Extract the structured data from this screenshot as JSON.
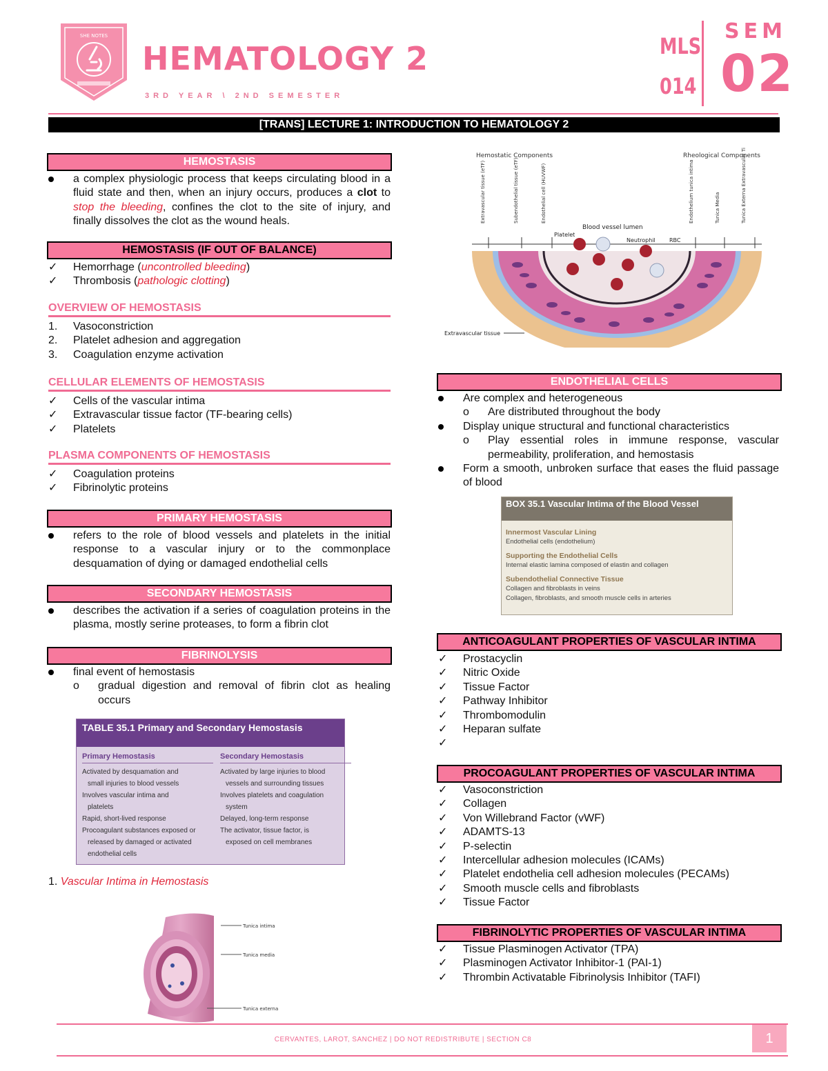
{
  "header": {
    "logo_text": "SHE NOTES",
    "title": "HEMATOLOGY 2",
    "subtitle": "3RD YEAR \\ 2ND SEMESTER",
    "course_code_1": "MLS",
    "course_code_2": "014",
    "sem_label": "SEM",
    "sem_number": "02"
  },
  "lecture_title": "[TRANS] LECTURE 1: INTRODUCTION TO HEMATOLOGY 2",
  "left": {
    "hemostasis": {
      "heading": "HEMOSTASIS",
      "text_1": "a complex physiologic process that keeps circulating blood in a fluid state and then, when an injury occurs, produces a ",
      "text_bold": "clot",
      "text_2": " to ",
      "text_italic": "stop the bleeding",
      "text_3": ", confines the clot to the site of injury, and finally dissolves the clot as the wound heals."
    },
    "imbalance": {
      "heading": "HEMOSTASIS (IF OUT OF BALANCE)",
      "item1_a": "Hemorrhage (",
      "item1_b": "uncontrolled bleeding",
      "item1_c": ")",
      "item2_a": "Thrombosis (",
      "item2_b": "pathologic clotting",
      "item2_c": ")"
    },
    "overview": {
      "heading": "OVERVIEW OF HEMOSTASIS",
      "items": [
        "Vasoconstriction",
        "Platelet adhesion and aggregation",
        "Coagulation enzyme activation"
      ],
      "nums": [
        "1.",
        "2.",
        "3."
      ]
    },
    "cellular": {
      "heading": "CELLULAR ELEMENTS OF HEMOSTASIS",
      "items": [
        "Cells of the vascular intima",
        "Extravascular tissue factor (TF-bearing cells)",
        "Platelets"
      ]
    },
    "plasma": {
      "heading": "PLASMA COMPONENTS OF HEMOSTASIS",
      "items": [
        "Coagulation proteins",
        "Fibrinolytic proteins"
      ]
    },
    "primary": {
      "heading": "PRIMARY HEMOSTASIS",
      "text": "refers to the role of blood vessels and platelets in the initial response to a vascular injury or to the commonplace desquamation of dying or damaged endothelial cells"
    },
    "secondary": {
      "heading": "SECONDARY HEMOSTASIS",
      "text": "describes the activation if a series of coagulation proteins in the plasma, mostly serine proteases, to form a fibrin clot"
    },
    "fibrinolysis": {
      "heading": "FIBRINOLYSIS",
      "text": "final event of hemostasis",
      "sub": "gradual digestion and removal of fibrin clot as healing occurs"
    },
    "table": {
      "title": "TABLE 35.1   Primary and Secondary Hemostasis",
      "col1_head": "Primary Hemostasis",
      "col1_rows": [
        "Activated by desquamation and",
        "small injuries to blood vessels",
        "Involves vascular intima and",
        "platelets",
        "Rapid, short-lived response",
        "Procoagulant substances exposed or",
        "released by damaged or activated",
        "endothelial cells"
      ],
      "col2_head": "Secondary Hemostasis",
      "col2_rows": [
        "Activated by large injuries to blood",
        "vessels and surrounding tissues",
        "Involves platelets and coagulation",
        "system",
        "Delayed, long-term response",
        "The activator, tissue factor, is",
        "exposed on cell membranes"
      ]
    },
    "caption_num": "1. ",
    "caption": "Vascular Intima in Hemostasis",
    "vessel_labels": [
      "Tunica intima",
      "Tunica media",
      "Tunica externa"
    ]
  },
  "right": {
    "diagram": {
      "hemostatic_label": "Hemostatic Components",
      "rheological_label": "Rheological Components",
      "blood_lumen": "Blood vessel lumen",
      "platelet": "Platelet",
      "neutrophil": "Neutrophil",
      "rbc": "RBC",
      "extravascular": "Extravascular tissue",
      "vlabels": [
        "Extravascular tissue (eTF)",
        "Subendothelial tissue (eTF)",
        "Endothelial cell (HUVWF)",
        "Endothelium tunica intima",
        "Tunica Media",
        "Tunica Externa Extravascular Tissue"
      ]
    },
    "endothelial": {
      "heading": "ENDOTHELIAL CELLS",
      "b1": "Are complex and heterogeneous",
      "b1s": "Are distributed throughout the body",
      "b2": "Display unique structural and functional characteristics",
      "b2s": "Play essential roles in immune response, vascular permeability, proliferation, and hemostasis",
      "b3": "Form a smooth, unbroken surface that eases the fluid passage of blood"
    },
    "box": {
      "title": "BOX 35.1   Vascular Intima of the Blood Vessel",
      "h1": "Innermost Vascular Lining",
      "t1": "Endothelial cells (endothelium)",
      "h2": "Supporting the Endothelial Cells",
      "t2": "Internal elastic lamina composed of elastin and collagen",
      "h3": "Subendothelial Connective Tissue",
      "t3a": "Collagen and fibroblasts in veins",
      "t3b": "Collagen, fibroblasts, and smooth muscle cells in arteries"
    },
    "anticoag": {
      "heading": "ANTICOAGULANT PROPERTIES OF VASCULAR INTIMA",
      "items": [
        "Prostacyclin",
        "Nitric Oxide",
        "Tissue Factor",
        "Pathway Inhibitor",
        "Thrombomodulin",
        "Heparan sulfate",
        ""
      ]
    },
    "procoag": {
      "heading": "PROCOAGULANT PROPERTIES OF VASCULAR INTIMA",
      "items": [
        "Vasoconstriction",
        "Collagen",
        "Von Willebrand Factor (vWF)",
        "ADAMTS-13",
        "P-selectin",
        "Intercellular adhesion molecules (ICAMs)",
        "Platelet endothelia cell adhesion molecules (PECAMs)",
        "Smooth muscle cells and fibroblasts",
        "Tissue Factor"
      ]
    },
    "fibrinolytic": {
      "heading": "FIBRINOLYTIC PROPERTIES OF VASCULAR INTIMA",
      "items": [
        "Tissue Plasminogen Activator (TPA)",
        "Plasminogen Activator Inhibitor-1 (PAI-1)",
        "Thrombin Activatable Fibrinolysis Inhibitor (TAFI)"
      ]
    }
  },
  "footer": {
    "text": "CERVANTES, LAROT, SANCHEZ | DO NOT REDISTRIBUTE | SECTION C8",
    "page": "1"
  },
  "colors": {
    "accent": "#f06b93",
    "bar": "#f7799d",
    "table_header": "#6b3f8b",
    "box_header": "#7d766a"
  }
}
